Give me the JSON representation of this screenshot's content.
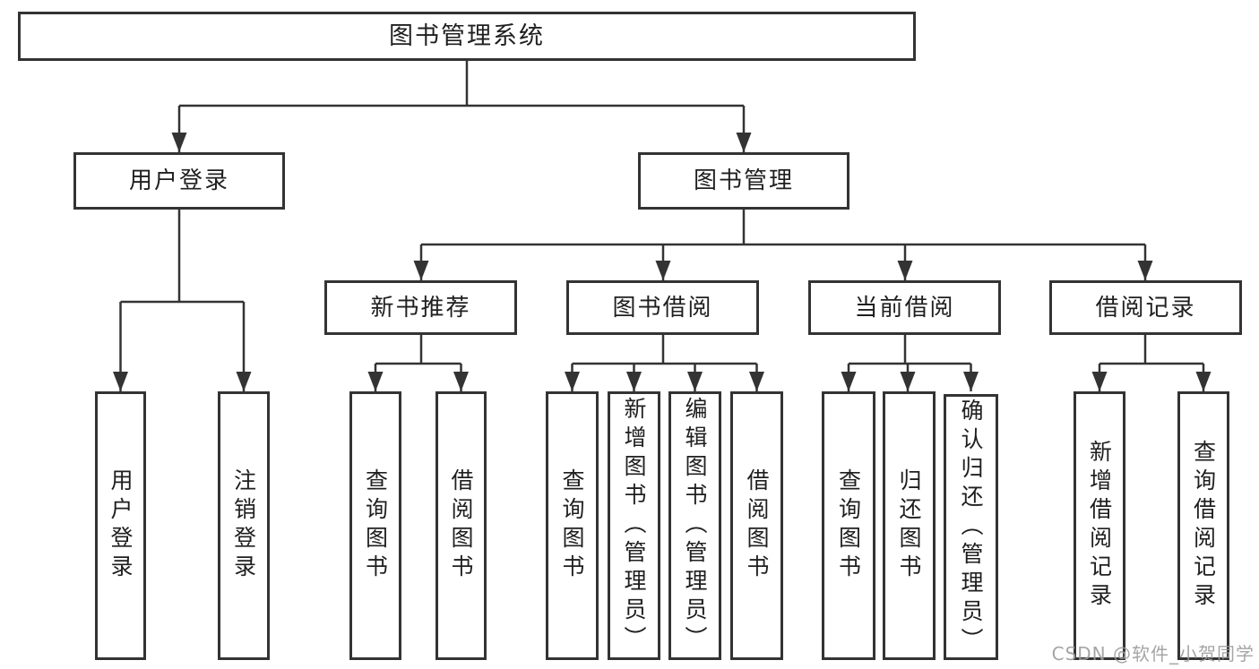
{
  "meta": {
    "kind": "hierarchy-diagram",
    "background": "#ffffff",
    "line_color": "#333333",
    "box_border_color": "#333333",
    "text_color": "#1f1f1f",
    "watermark_color": "#9c9c9c"
  },
  "diagram": {
    "root": {
      "label": "图书管理系统"
    },
    "branches": [
      {
        "label": "用户登录",
        "children": [
          {
            "label": "用户登录"
          },
          {
            "label": "注销登录"
          }
        ]
      },
      {
        "label": "图书管理",
        "children": [
          {
            "label": "新书推荐",
            "children": [
              {
                "label": "查询图书"
              },
              {
                "label": "借阅图书"
              }
            ]
          },
          {
            "label": "图书借阅",
            "children": [
              {
                "label": "查询图书"
              },
              {
                "label": "新增图书（管理员）"
              },
              {
                "label": "编辑图书（管理员）"
              },
              {
                "label": "借阅图书"
              }
            ]
          },
          {
            "label": "当前借阅",
            "children": [
              {
                "label": "查询图书"
              },
              {
                "label": "归还图书"
              },
              {
                "label": "确认归还（管理员）"
              }
            ]
          },
          {
            "label": "借阅记录",
            "children": [
              {
                "label": "新增借阅记录"
              },
              {
                "label": "查询借阅记录"
              }
            ]
          }
        ]
      }
    ]
  },
  "watermark": {
    "text": "CSDN @软件_小贺同学"
  }
}
